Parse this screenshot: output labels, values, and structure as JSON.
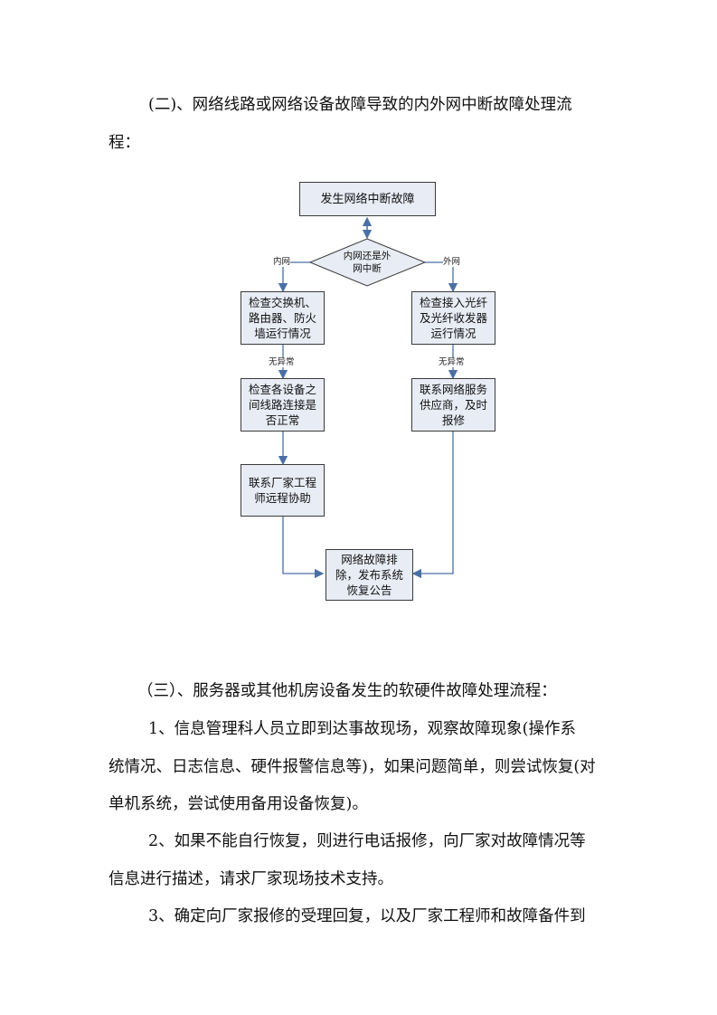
{
  "section2": {
    "heading_line1": "(二)、网络线路或网络设备故障导致的内外网中断故障处理流",
    "heading_line2": "程："
  },
  "flowchart": {
    "start": "发生网络中断故障",
    "decision_line1": "内网还是外",
    "decision_line2": "网中断",
    "label_inner": "内网",
    "label_outer": "外网",
    "left_box1": [
      "检查交换机、",
      "路由器、防火",
      "墙运行情况"
    ],
    "left_normal": "无异常",
    "left_box2": [
      "检查各设备之",
      "间线路连接是",
      "否正常"
    ],
    "left_box3": [
      "联系厂家工程",
      "师远程协助"
    ],
    "right_box1": [
      "检查接入光纤",
      "及光纤收发器",
      "运行情况"
    ],
    "right_normal": "无异常",
    "right_box2": [
      "联系网络服务",
      "供应商，及时",
      "报修"
    ],
    "end_box": [
      "网络故障排",
      "除，发布系统",
      "恢复公告"
    ]
  },
  "section3": {
    "heading": "（三）、服务器或其他机房设备发生的软硬件故障处理流程：",
    "p1_line1": "1、信息管理科人员立即到达事故现场，观察故障现象(操作系",
    "p1_line2": "统情况、日志信息、硬件报警信息等)，如果问题简单，则尝试恢复(对",
    "p1_line3": "单机系统，尝试使用备用设备恢复)。",
    "p2_line1": "2、如果不能自行恢复，则进行电话报修，向厂家对故障情况等",
    "p2_line2": "信息进行描述，请求厂家现场技术支持。",
    "p3_line1": "3、确定向厂家报修的受理回复，以及厂家工程师和故障备件到"
  }
}
